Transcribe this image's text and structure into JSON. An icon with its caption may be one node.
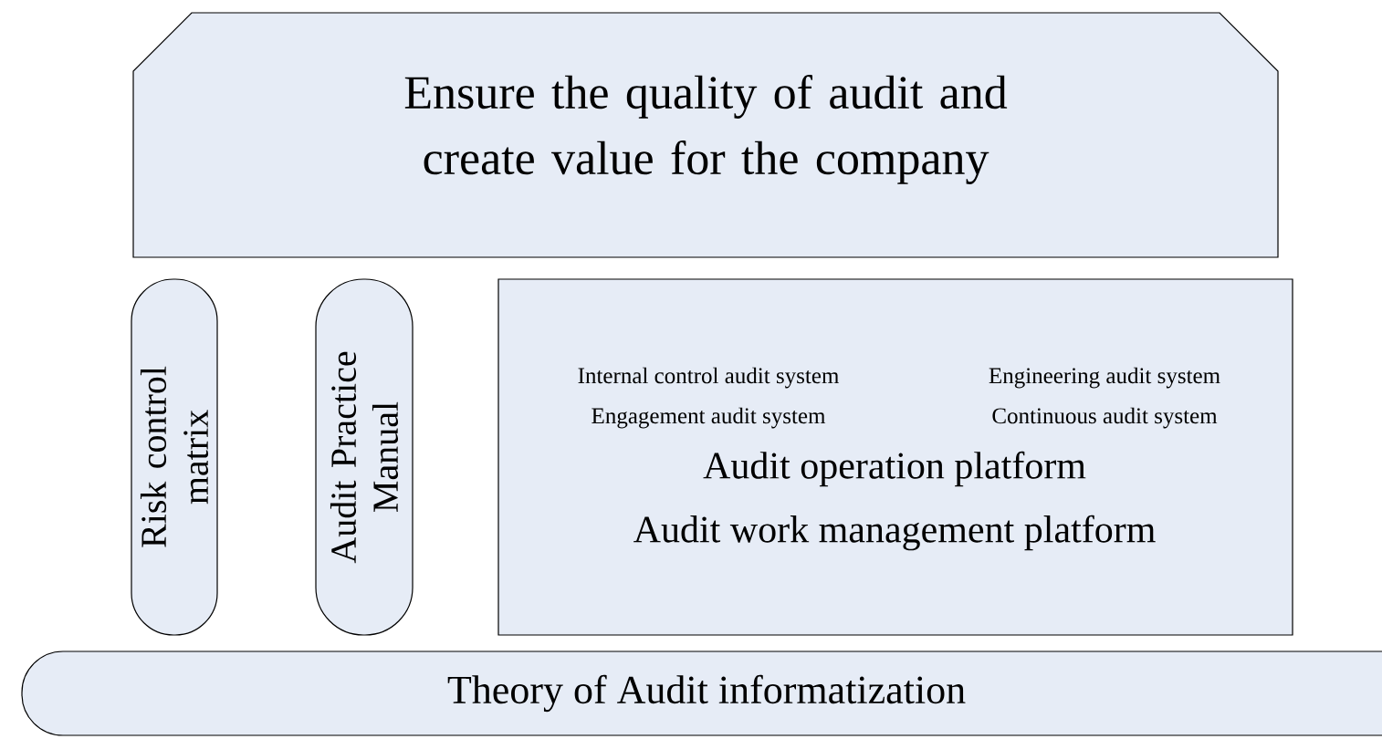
{
  "diagram": {
    "nodes": [
      {
        "text": [
          "Ensure the quality of audit and create value for the company"
        ]
      },
      {
        "text": [
          "Risk control matrix"
        ]
      },
      {
        "text": [
          "Audit Practice Manual"
        ]
      },
      {
        "text": [
          "Internal control audit system",
          "Engineering audit system",
          "Engagement audit system",
          "Continuous audit system",
          "Audit operation platform",
          "Audit work management platform"
        ]
      },
      {
        "text": [
          "Theory of Audit informatization"
        ]
      }
    ]
  }
}
